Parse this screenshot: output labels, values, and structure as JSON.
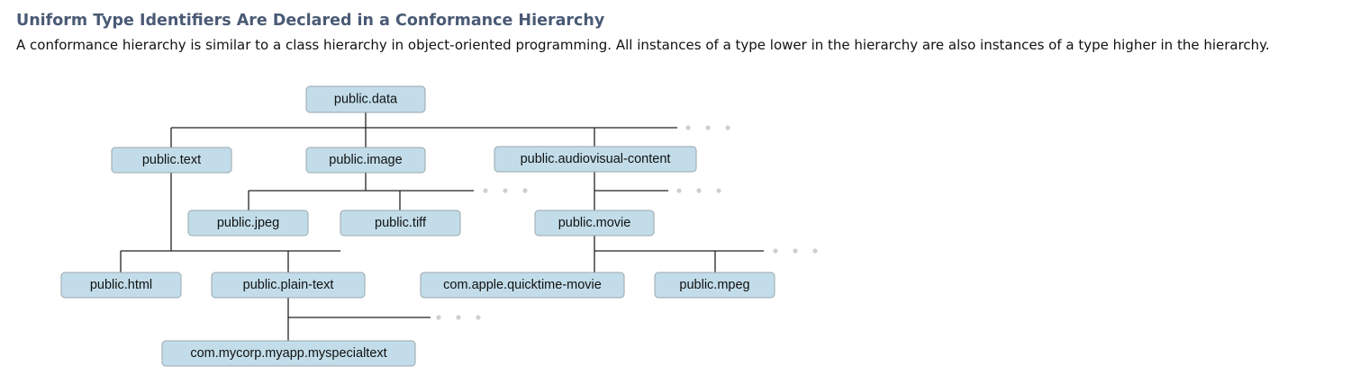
{
  "header": {
    "title": "Uniform Type Identifiers Are Declared in a Conformance Hierarchy",
    "description": "A conformance hierarchy is similar to a class hierarchy in object-oriented programming. All instances of a type lower in the hierarchy are also instances of a type higher in the hierarchy."
  },
  "diagram": {
    "nodes": {
      "data": "public.data",
      "text": "public.text",
      "image": "public.image",
      "audiovisual": "public.audiovisual-content",
      "jpeg": "public.jpeg",
      "tiff": "public.tiff",
      "movie": "public.movie",
      "html": "public.html",
      "plain_text": "public.plain-text",
      "quicktime": "com.apple.quicktime-movie",
      "mpeg": "public.mpeg",
      "myspecialtext": "com.mycorp.myapp.myspecialtext"
    },
    "colors": {
      "node_fill": "#c2dde9",
      "node_border": "#9aa6ad",
      "connector": "#222222",
      "ellipsis_dot": "#cfcfcf",
      "heading": "#4a5a75"
    }
  }
}
